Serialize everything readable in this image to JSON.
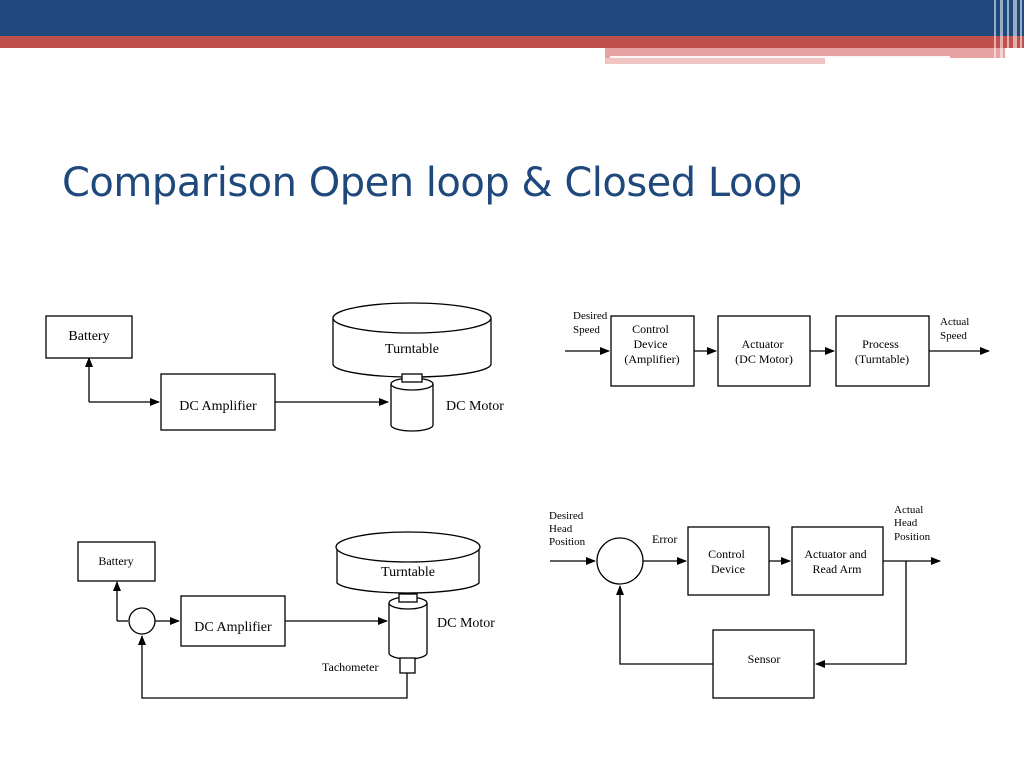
{
  "slide": {
    "title": "Comparison Open loop & Closed Loop"
  },
  "open_loop_physical": {
    "battery": "Battery",
    "amplifier": "DC Amplifier",
    "turntable": "Turntable",
    "motor": "DC Motor"
  },
  "open_loop_block": {
    "input": [
      "Desired",
      "Speed"
    ],
    "control": [
      "Control",
      "Device",
      "(Amplifier)"
    ],
    "actuator": [
      "Actuator",
      "(DC Motor)"
    ],
    "process": [
      "Process",
      "(Turntable)"
    ],
    "output": [
      "Actual",
      "Speed"
    ]
  },
  "closed_loop_physical": {
    "battery": "Battery",
    "amplifier": "DC Amplifier",
    "turntable": "Turntable",
    "motor": "DC Motor",
    "tachometer": "Tachometer"
  },
  "closed_loop_block": {
    "input": [
      "Desired",
      "Head",
      "Position"
    ],
    "error": "Error",
    "control": [
      "Control",
      "Device"
    ],
    "actuator": [
      "Actuator and",
      "Read Arm"
    ],
    "output": [
      "Actual",
      "Head",
      "Position"
    ],
    "sensor": "Sensor"
  }
}
